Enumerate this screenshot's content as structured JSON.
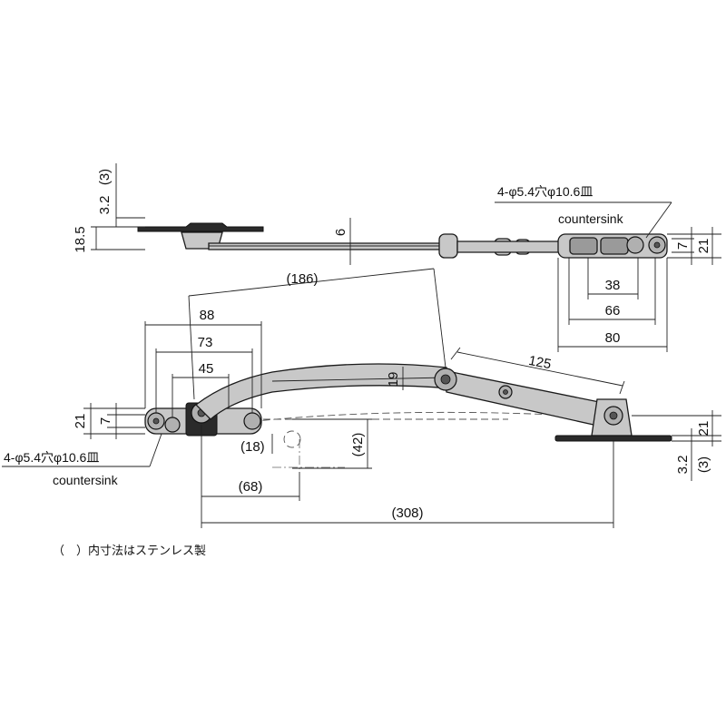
{
  "top_view": {
    "left_height": "18.5",
    "left_thickness": "3.2",
    "left_thickness_ss": "(3)",
    "arm_thickness": "6",
    "hole_spec": "4-φ5.4穴φ10.6皿",
    "hole_spec_en": "countersink",
    "right_inner_height": "7",
    "right_outer_height": "21",
    "right_hole_pitch": "38",
    "right_hole_span": "66",
    "right_plate_length": "80"
  },
  "front_view": {
    "arm_length_upper": "(186)",
    "left_plate_length": "88",
    "left_hole_span": "73",
    "left_hole_pitch": "45",
    "arm_width": "19",
    "link_length": "125",
    "left_inner_height": "7",
    "left_outer_height": "21",
    "hole_spec": "4-φ5.4穴φ10.6皿",
    "hole_spec_en": "countersink",
    "offset_small": "(18)",
    "drop_height": "(42)",
    "offset_68": "(68)",
    "total_length": "(308)",
    "right_outer_height": "21",
    "right_thickness": "3.2",
    "right_thickness_ss": "(3)"
  },
  "footnote": "（　）内寸法はステンレス製"
}
